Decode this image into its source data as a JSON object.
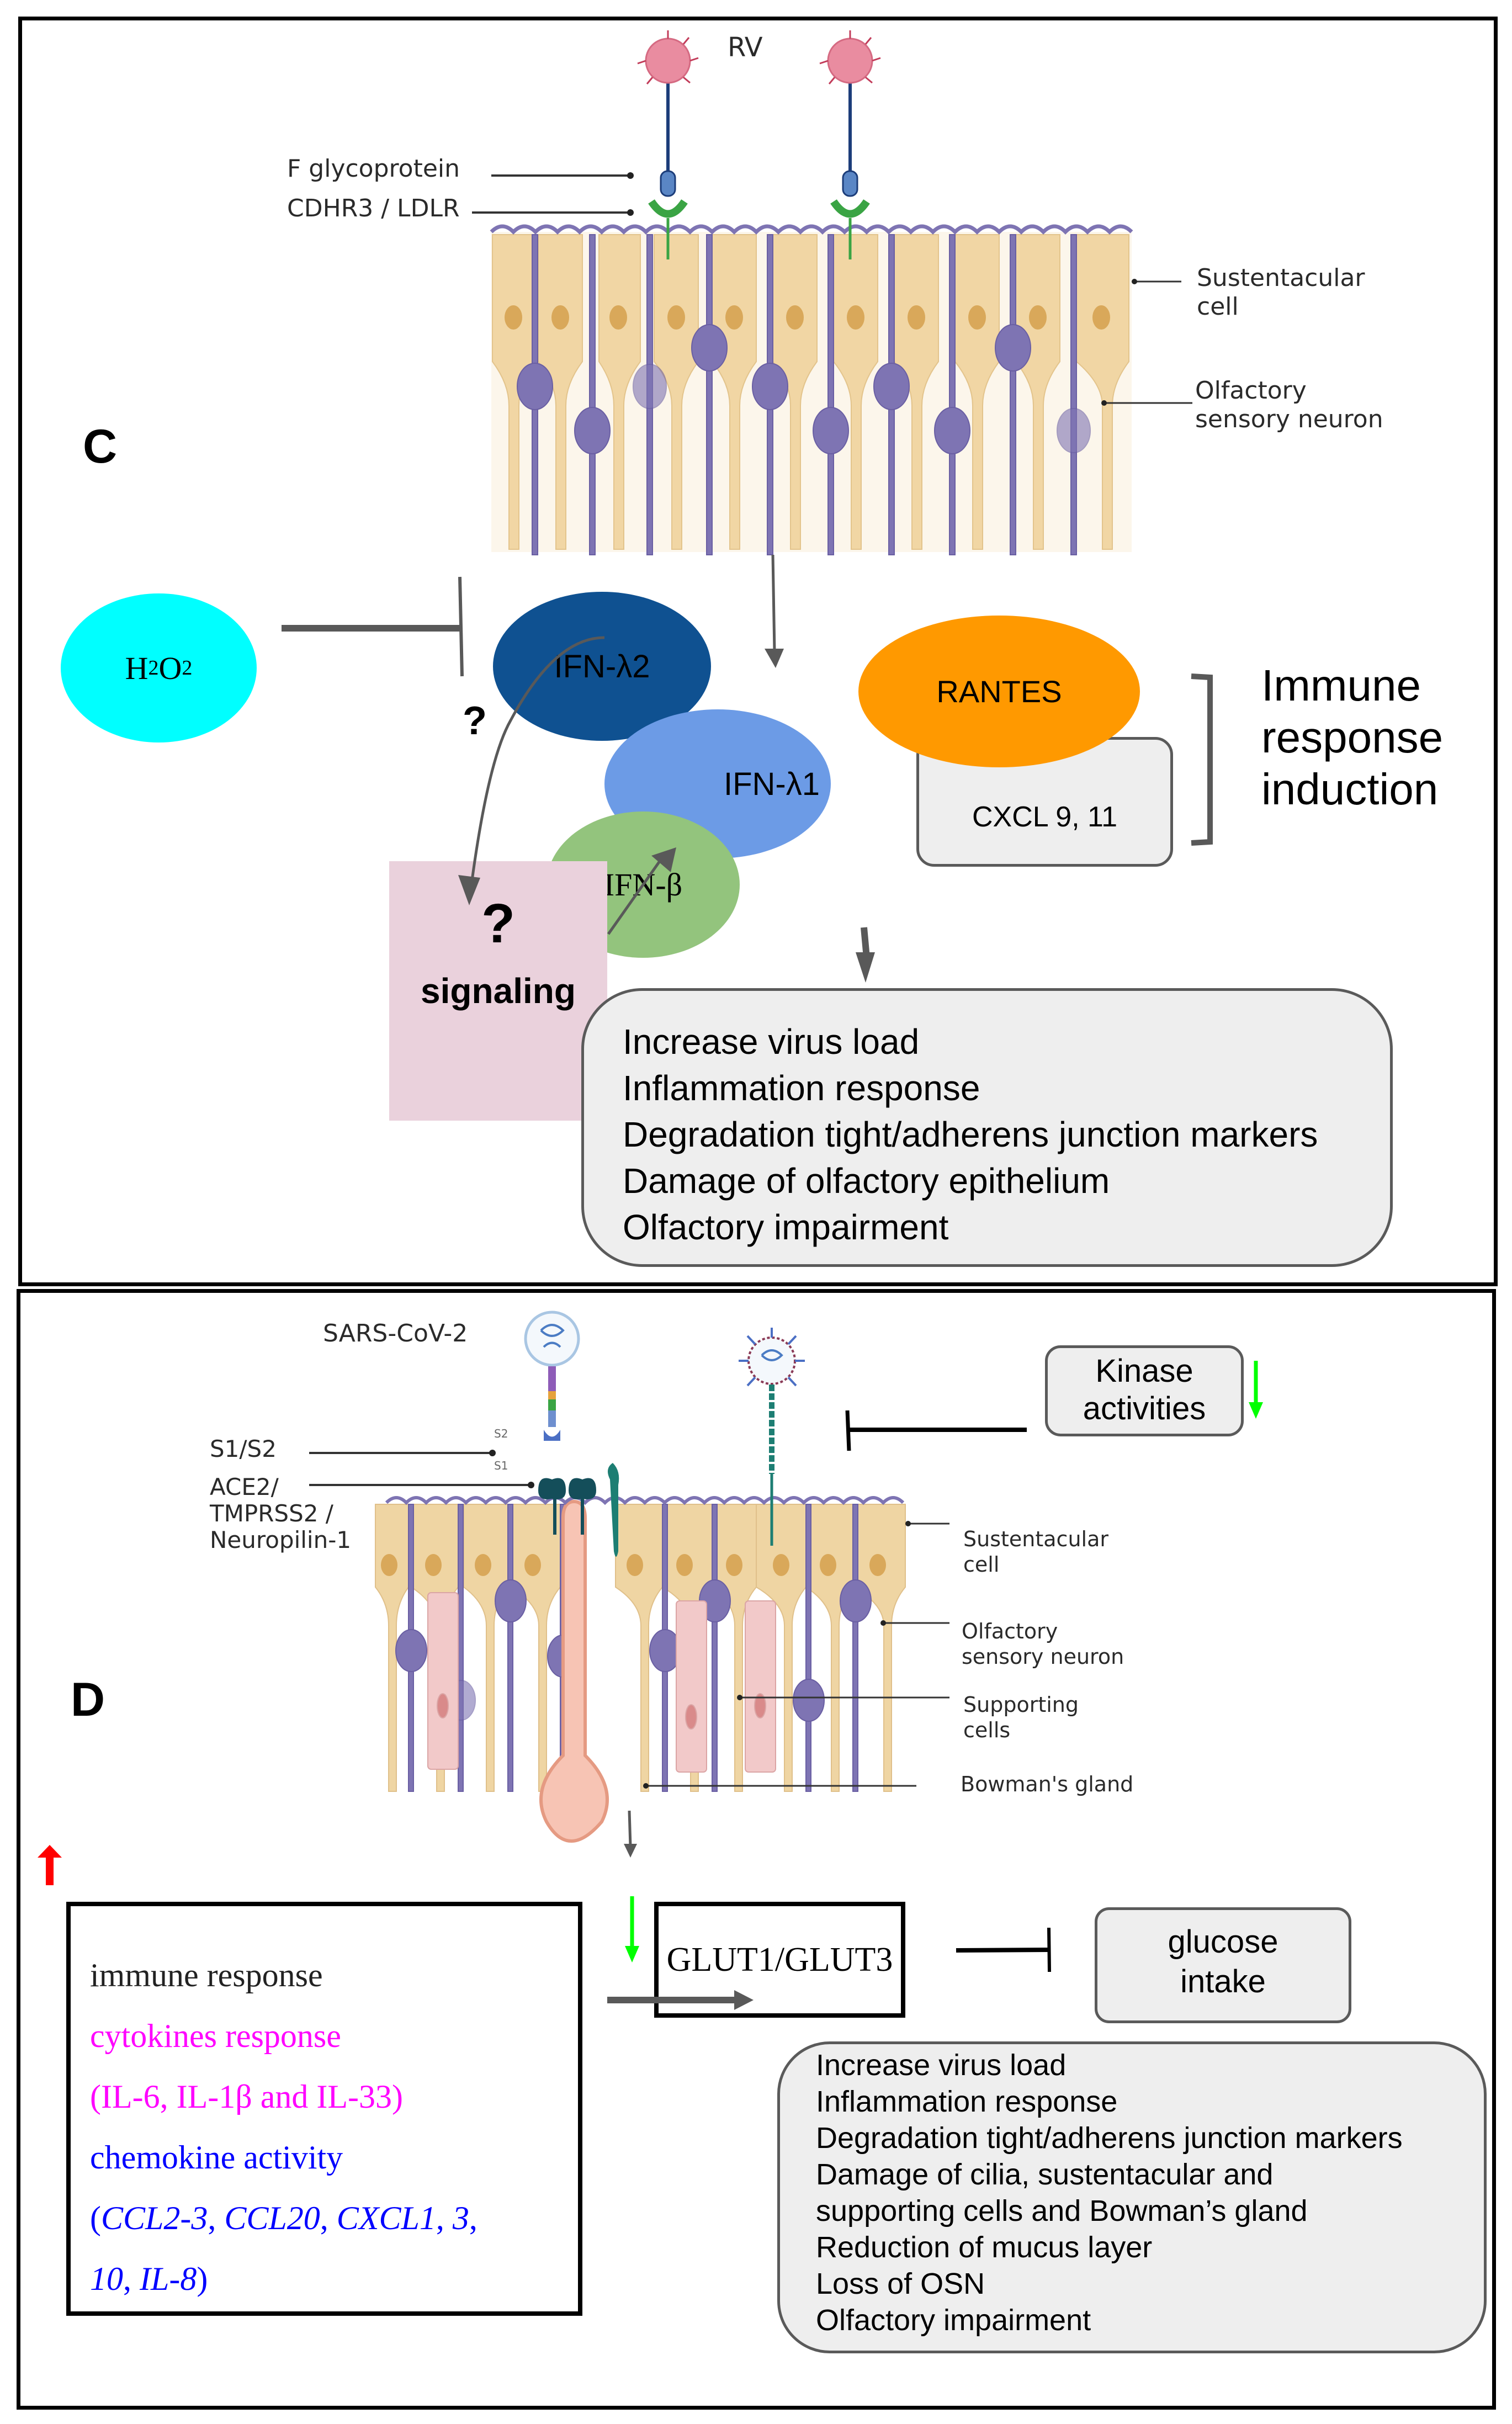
{
  "panel_c": {
    "panel_letter": "C",
    "virus_title": "RV",
    "virus_labels": {
      "f_glycoprotein": "F glycoprotein",
      "receptor": "CDHR3 / LDLR"
    },
    "cell_labels": {
      "sustentacular_line1": "Sustentacular",
      "sustentacular_line2": "cell",
      "osn_line1": "Olfactory",
      "osn_line2": "sensory neuron"
    },
    "h2o2": {
      "h": "H",
      "sub1": "2",
      "o": "O",
      "sub2": "2"
    },
    "ifn_lambda2": "IFN-λ2",
    "ifn_lambda1": "IFN-λ1",
    "ifn_beta": "IFN-β",
    "question_mark": "?",
    "signaling_box": {
      "question": "?",
      "label": "signaling"
    },
    "rantes": "RANTES",
    "cxcl": "CXCL 9, 11",
    "bracket_label": [
      "Immune",
      "response",
      "induction"
    ],
    "outcomes": [
      "Increase virus load",
      "Inflammation response",
      "Degradation tight/adherens junction markers",
      "Damage of olfactory epithelium",
      "Olfactory impairment"
    ],
    "colors": {
      "h2o2": "#00ffff",
      "ifn_lambda2": "#0f5191",
      "ifn_lambda1": "#6c9be6",
      "ifn_beta": "#93c47d",
      "rantes": "#ff9900",
      "signaling": "#ead1dc",
      "box_fill": "#eeeeee",
      "arrow": "#595959"
    }
  },
  "panel_d": {
    "panel_letter": "D",
    "virus_title": "SARS-CoV-2",
    "virus_labels": {
      "spike": "S1/S2",
      "receptor_line1": "ACE2/",
      "receptor_line2": "TMPRSS2 /",
      "receptor_line3": "Neuropilin-1",
      "s2_tag": "S2",
      "s1_tag": "S1"
    },
    "cell_labels": {
      "sustentacular_line1": "Sustentacular",
      "sustentacular_line2": "cell",
      "osn_line1": "Olfactory",
      "osn_line2": "sensory neuron",
      "supporting_line1": "Supporting",
      "supporting_line2": "cells",
      "bowman": "Bowman's gland"
    },
    "kinase": [
      "Kinase",
      "activities"
    ],
    "glut": "GLUT1/GLUT3",
    "glucose": [
      "glucose",
      "intake"
    ],
    "immune_box": {
      "line1": "immune response",
      "line2": "cytokines response",
      "line3": "(IL-6, IL-1β and IL-33)",
      "line4": "chemokine activity",
      "line5_open": "(",
      "line5_items": [
        "CCL2-3",
        "CCL20",
        "CXCL1",
        "3"
      ],
      "line6_items": [
        "10",
        "IL-8"
      ],
      "line6_close": ")"
    },
    "outcomes": [
      "Increase virus load",
      "Inflammation response",
      "Degradation tight/adherens junction markers",
      "Damage of cilia, sustentacular and",
      "supporting cells and Bowman’s gland",
      "Reduction of mucus layer",
      "Loss of OSN",
      "Olfactory impairment"
    ],
    "colors": {
      "up_arrow": "#ff0000",
      "down_arrow": "#00ff00",
      "cytokine_text": "#ff00ff",
      "chemokine_text": "#0000ff",
      "arrow": "#595959"
    }
  }
}
